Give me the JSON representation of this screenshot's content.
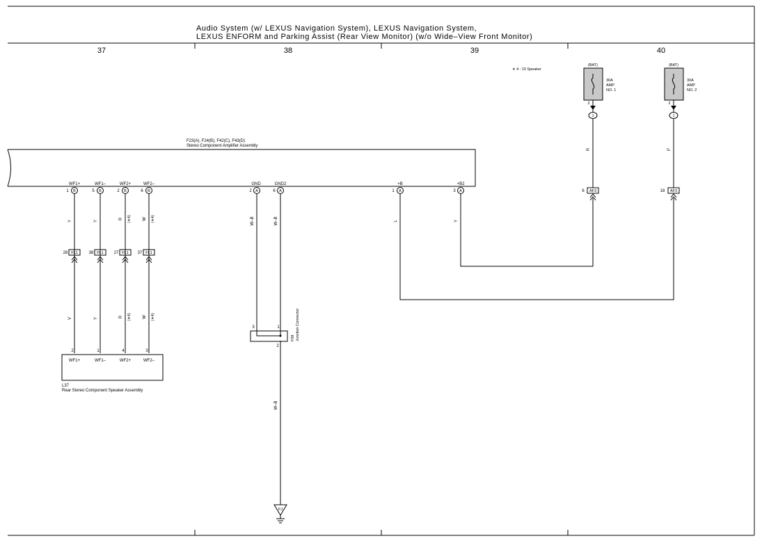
{
  "header": {
    "line1": "Audio System (w/ LEXUS Navigation System),  LEXUS Navigation System,",
    "line2": "LEXUS ENFORM and Parking Assist (Rear View Monitor) (w/o Wide–View Front Monitor)"
  },
  "columns": [
    "37",
    "38",
    "39",
    "40"
  ],
  "note": "∗ 4 : 10 Speaker",
  "amplifier": {
    "connectors": "F23(A), F24(B), F42(C), F43(D)",
    "name": "Stereo Component Amplifier Assembly",
    "pins": [
      {
        "label": "WF1+",
        "pin": "1",
        "conn": "B"
      },
      {
        "label": "WF1–",
        "pin": "5",
        "conn": "B"
      },
      {
        "label": "WF2+",
        "pin": "2",
        "conn": "B"
      },
      {
        "label": "WF2–",
        "pin": "6",
        "conn": "B"
      },
      {
        "label": "GND",
        "pin": "2",
        "conn": "A"
      },
      {
        "label": "GND2",
        "pin": "6",
        "conn": "A"
      },
      {
        "label": "+B",
        "pin": "1",
        "conn": "A"
      },
      {
        "label": "+B2",
        "pin": "3",
        "conn": "A"
      }
    ]
  },
  "wire_colors": {
    "upper": [
      "Y",
      "Y",
      "R",
      "W",
      "W–B",
      "W–B",
      "L",
      "Y"
    ],
    "lower": [
      "V",
      "Y",
      "R",
      "W"
    ],
    "speaker_mark": "(∗4)",
    "gnd_run": "W–B",
    "fuse1_wire": "R",
    "fuse2_wire": "P"
  },
  "inline_fl1": [
    {
      "num": "28",
      "code": "FL1"
    },
    {
      "num": "38",
      "code": "FL1"
    },
    {
      "num": "27",
      "code": "FL1"
    },
    {
      "num": "37",
      "code": "FL1"
    }
  ],
  "speaker": {
    "pins": [
      {
        "num": "2",
        "label": "WF1+"
      },
      {
        "num": "1",
        "label": "WF1–"
      },
      {
        "num": "4",
        "label": "WF2+"
      },
      {
        "num": "3",
        "label": "WF2–"
      }
    ],
    "id": "L37",
    "name": "Rear Stereo Component Speaker Assembly"
  },
  "junction": {
    "pin_left": "3",
    "pin_right": "1",
    "pin_bottom": "2",
    "id": "F58",
    "name": "Junction Connector"
  },
  "ground": {
    "id": "FJ"
  },
  "fuses": [
    {
      "bat": "(BAT)",
      "rating": "30A",
      "line2": "AMP",
      "line3": "NO. 1",
      "pin": "2",
      "conn": "1",
      "af3_num": "6",
      "af3_code": "AF3"
    },
    {
      "bat": "(BAT)",
      "rating": "30A",
      "line2": "AMP",
      "line3": "NO. 2",
      "pin": "2",
      "conn": "1",
      "af3_num": "18",
      "af3_code": "AF3"
    }
  ]
}
